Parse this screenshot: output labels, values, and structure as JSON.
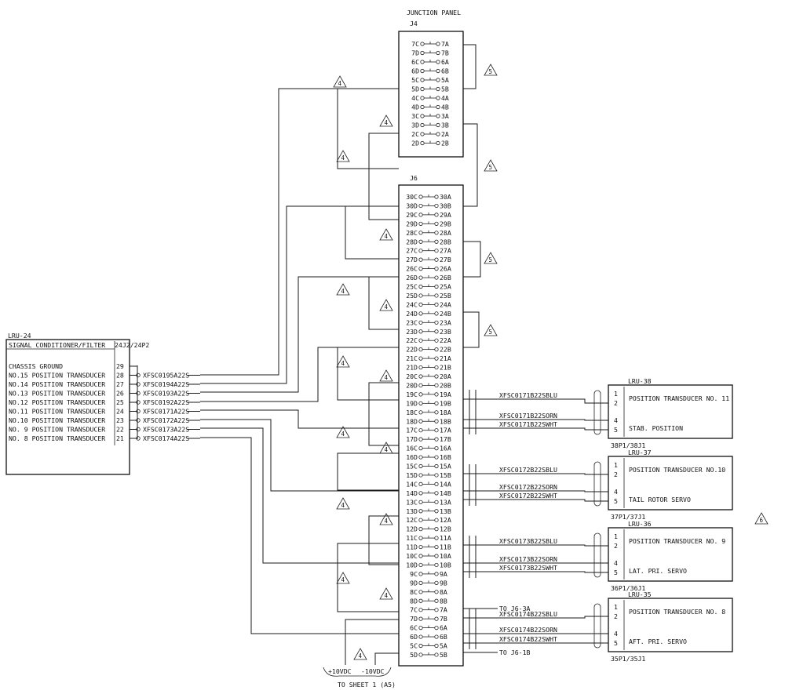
{
  "junction_panel": {
    "title": "JUNCTION PANEL",
    "j4_label": "J4",
    "j6_label": "J6",
    "j4_pins": [
      [
        "7C",
        "7A"
      ],
      [
        "7D",
        "7B"
      ],
      [
        "6C",
        "6A"
      ],
      [
        "6D",
        "6B"
      ],
      [
        "5C",
        "5A"
      ],
      [
        "5D",
        "5B"
      ],
      [
        "4C",
        "4A"
      ],
      [
        "4D",
        "4B"
      ],
      [
        "3C",
        "3A"
      ],
      [
        "3D",
        "3B"
      ],
      [
        "2C",
        "2A"
      ],
      [
        "2D",
        "2B"
      ]
    ],
    "j6_pins": [
      [
        "30C",
        "30A"
      ],
      [
        "30D",
        "30B"
      ],
      [
        "29C",
        "29A"
      ],
      [
        "29D",
        "29B"
      ],
      [
        "28C",
        "28A"
      ],
      [
        "28D",
        "28B"
      ],
      [
        "27C",
        "27A"
      ],
      [
        "27D",
        "27B"
      ],
      [
        "26C",
        "26A"
      ],
      [
        "26D",
        "26B"
      ],
      [
        "25C",
        "25A"
      ],
      [
        "25D",
        "25B"
      ],
      [
        "24C",
        "24A"
      ],
      [
        "24D",
        "24B"
      ],
      [
        "23C",
        "23A"
      ],
      [
        "23D",
        "23B"
      ],
      [
        "22C",
        "22A"
      ],
      [
        "22D",
        "22B"
      ],
      [
        "21C",
        "21A"
      ],
      [
        "21D",
        "21B"
      ],
      [
        "20C",
        "20A"
      ],
      [
        "20D",
        "20B"
      ],
      [
        "19C",
        "19A"
      ],
      [
        "19D",
        "19B"
      ],
      [
        "18C",
        "18A"
      ],
      [
        "18D",
        "18B"
      ],
      [
        "17C",
        "17A"
      ],
      [
        "17D",
        "17B"
      ],
      [
        "16C",
        "16A"
      ],
      [
        "16D",
        "16B"
      ],
      [
        "15C",
        "15A"
      ],
      [
        "15D",
        "15B"
      ],
      [
        "14C",
        "14A"
      ],
      [
        "14D",
        "14B"
      ],
      [
        "13C",
        "13A"
      ],
      [
        "13D",
        "13B"
      ],
      [
        "12C",
        "12A"
      ],
      [
        "12D",
        "12B"
      ],
      [
        "11C",
        "11A"
      ],
      [
        "11D",
        "11B"
      ],
      [
        "10C",
        "10A"
      ],
      [
        "10D",
        "10B"
      ],
      [
        "9C",
        "9A"
      ],
      [
        "9D",
        "9B"
      ],
      [
        "8C",
        "8A"
      ],
      [
        "8D",
        "8B"
      ],
      [
        "7C",
        "7A"
      ],
      [
        "7D",
        "7B"
      ],
      [
        "6C",
        "6A"
      ],
      [
        "6D",
        "6B"
      ],
      [
        "5C",
        "5A"
      ],
      [
        "5D",
        "5B"
      ]
    ]
  },
  "lru24": {
    "id": "LRU-24",
    "name": "SIGNAL CONDITIONER/FILTER",
    "connector": "24J2/24P2",
    "rows": [
      {
        "label": "CHASSIS GROUND",
        "pin": "29",
        "wire": ""
      },
      {
        "label": "NO.15 POSITION TRANSDUCER",
        "pin": "28",
        "wire": "XFSC0195A22S"
      },
      {
        "label": "NO.14 POSITION TRANSDUCER",
        "pin": "27",
        "wire": "XFSC0194A22S"
      },
      {
        "label": "NO.13 POSITION TRANSDUCER",
        "pin": "26",
        "wire": "XFSC0193A22S"
      },
      {
        "label": "NO.12 POSITION TRANSDUCER",
        "pin": "25",
        "wire": "XFSC0192A22S"
      },
      {
        "label": "NO.11 POSITION TRANSDUCER",
        "pin": "24",
        "wire": "XFSC0171A22S"
      },
      {
        "label": "NO.10 POSITION TRANSDUCER",
        "pin": "23",
        "wire": "XFSC0172A22S"
      },
      {
        "label": "NO. 9 POSITION TRANSDUCER",
        "pin": "22",
        "wire": "XFSC0173A22S"
      },
      {
        "label": "NO. 8 POSITION TRANSDUCER",
        "pin": "21",
        "wire": "XFSC0174A22S"
      }
    ]
  },
  "lru_units": [
    {
      "id": "LRU-38",
      "title": "POSITION TRANSDUCER NO. 11",
      "subtitle": "STAB. POSITION",
      "conn": "38P1/38J1",
      "pins": [
        "1",
        "2",
        "4",
        "5"
      ],
      "wires": [
        "XFSC0171B22SBLU",
        "XFSC0171B22SORN",
        "XFSC0171B22SWHT"
      ]
    },
    {
      "id": "LRU-37",
      "title": "POSITION TRANSDUCER NO.10",
      "subtitle": "TAIL ROTOR SERVO",
      "conn": "37P1/37J1",
      "pins": [
        "1",
        "2",
        "4",
        "5"
      ],
      "wires": [
        "XFSC0172B22SBLU",
        "XFSC0172B22SORN",
        "XFSC0172B22SWHT"
      ]
    },
    {
      "id": "LRU-36",
      "title": "POSITION TRANSDUCER NO. 9",
      "subtitle": "LAT. PRI. SERVO",
      "conn": "36P1/36J1",
      "pins": [
        "1",
        "2",
        "4",
        "5"
      ],
      "wires": [
        "XFSC0173B22SBLU",
        "XFSC0173B22SORN",
        "XFSC0173B22SWHT"
      ]
    },
    {
      "id": "LRU-35",
      "title": "POSITION TRANSDUCER NO. 8",
      "subtitle": "AFT. PRI. SERVO",
      "conn": "35P1/35J1",
      "pins": [
        "1",
        "2",
        "4",
        "5"
      ],
      "wires": [
        "XFSC0174B22SBLU",
        "XFSC0174B22SORN",
        "XFSC0174B22SWHT"
      ]
    }
  ],
  "refs": {
    "to_j6_3a": "TO J6-3A",
    "to_j6_1b": "TO J6-1B"
  },
  "power": {
    "pos": "+10VDC",
    "neg": "-10VDC",
    "sheet": "TO SHEET 1 (A5)"
  },
  "notes": {
    "n4": "4",
    "n5": "5",
    "n6": "6"
  }
}
